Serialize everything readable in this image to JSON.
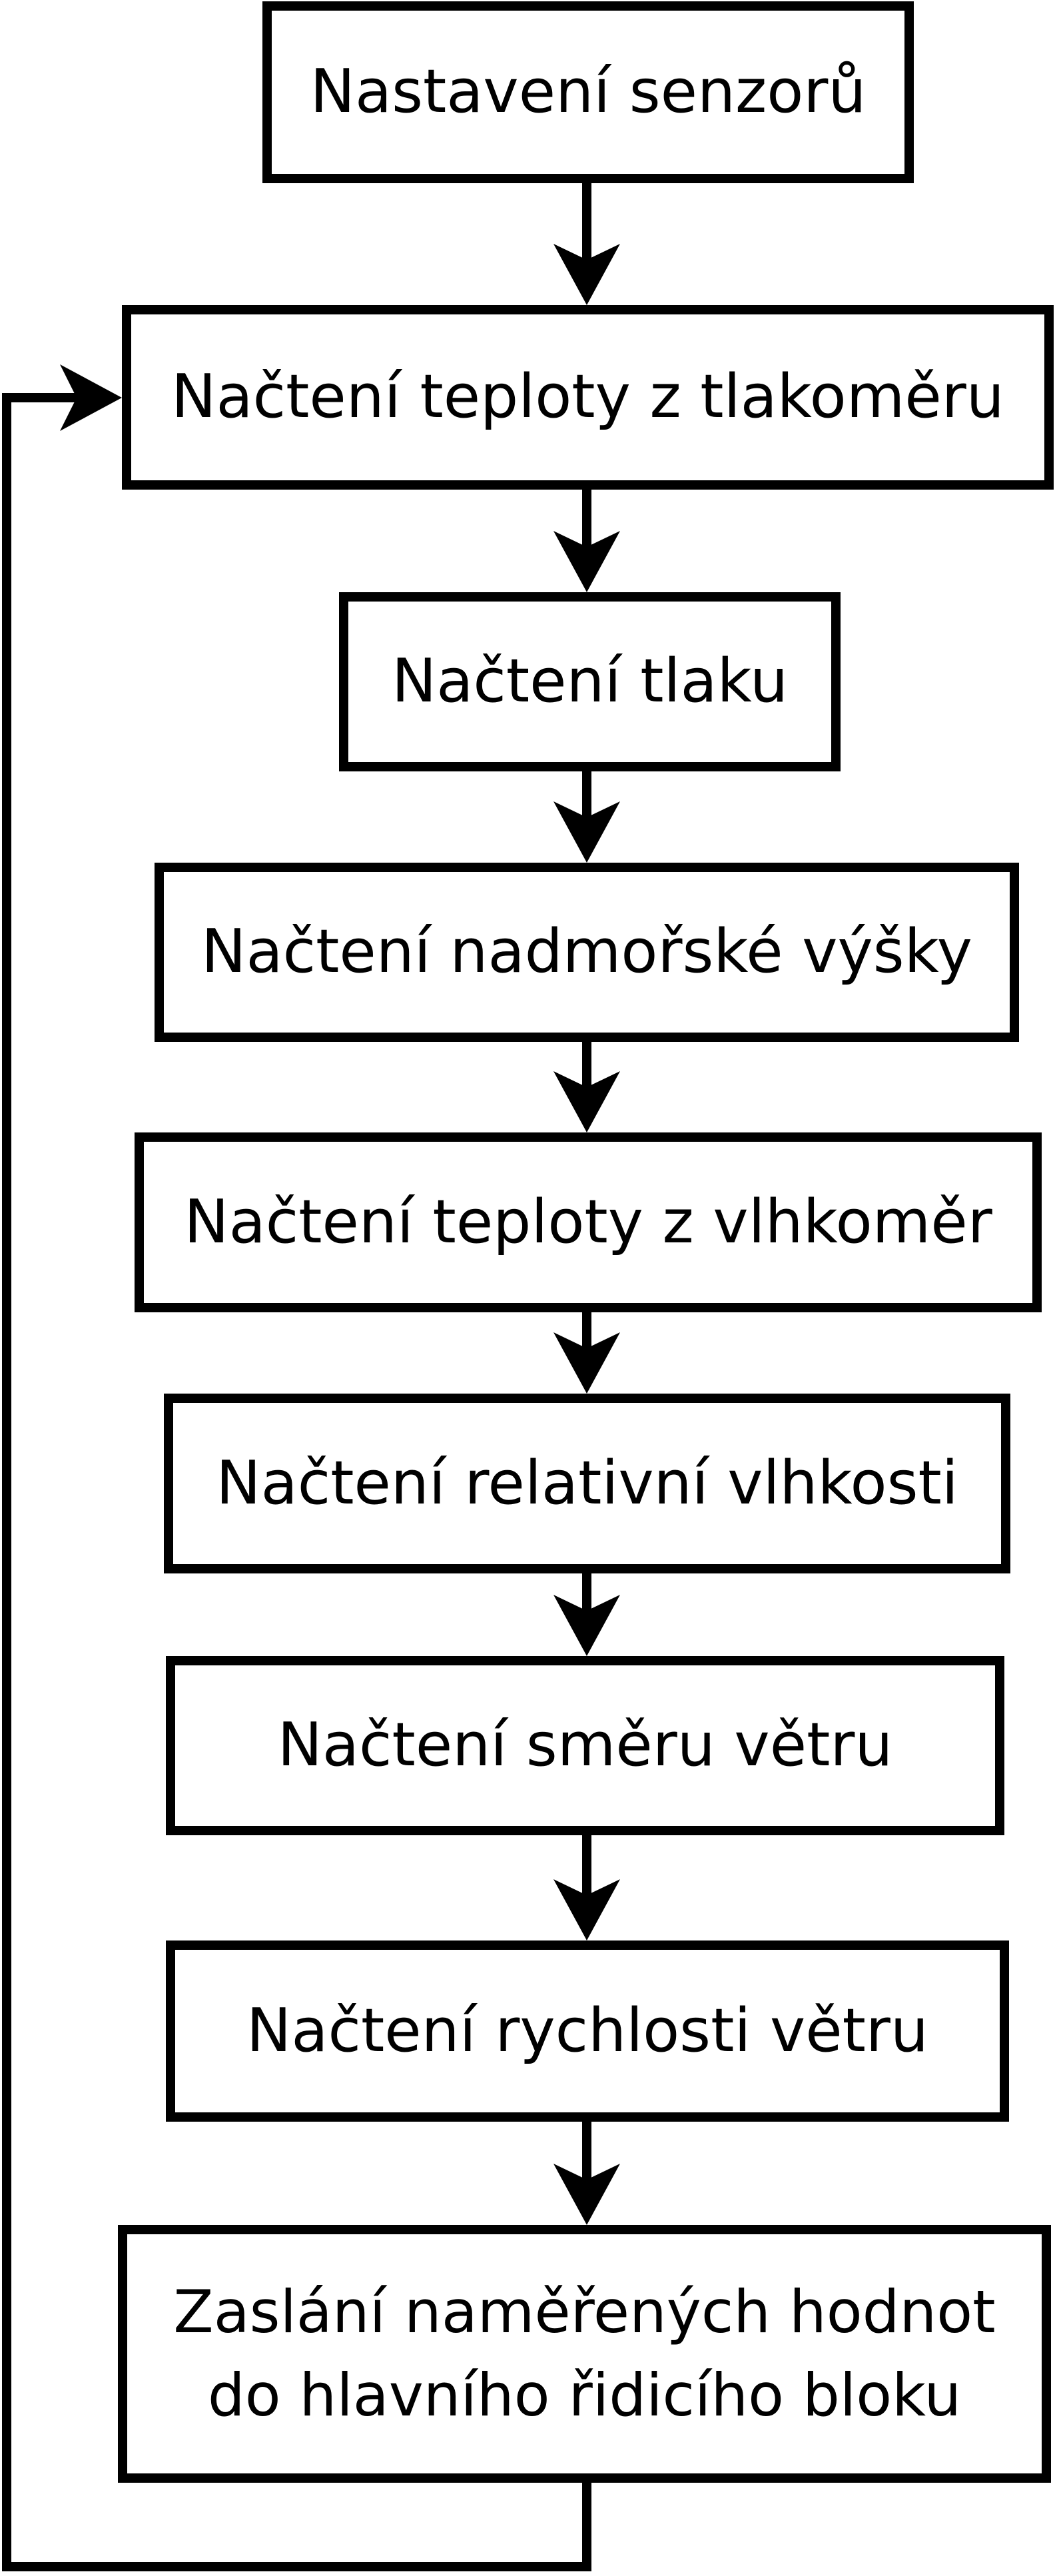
{
  "diagram": {
    "type": "flowchart",
    "colors": {
      "stroke": "#000000",
      "node_fill": "#ffffff",
      "background": "#ffffff"
    },
    "nodes": [
      {
        "id": "n1",
        "label": "Nastavení senzorů"
      },
      {
        "id": "n2",
        "label": "Načtení teploty z tlakoměru"
      },
      {
        "id": "n3",
        "label": "Načtení tlaku"
      },
      {
        "id": "n4",
        "label": "Načtení nadmořské výšky"
      },
      {
        "id": "n5",
        "label": "Načtení teploty z vlhkoměr"
      },
      {
        "id": "n6",
        "label": "Načtení relativní vlhkosti"
      },
      {
        "id": "n7",
        "label": "Načtení směru větru"
      },
      {
        "id": "n8",
        "label": "Načtení rychlosti větru"
      },
      {
        "id": "n9",
        "label": "Zaslání naměřených hodnot do hlavního řidicího bloku",
        "lines": [
          "Zaslání naměřených hodnot",
          "do hlavního řidicího bloku"
        ]
      }
    ],
    "edges": [
      {
        "from": "n1",
        "to": "n2",
        "type": "arrow"
      },
      {
        "from": "n2",
        "to": "n3",
        "type": "arrow"
      },
      {
        "from": "n3",
        "to": "n4",
        "type": "arrow"
      },
      {
        "from": "n4",
        "to": "n5",
        "type": "arrow"
      },
      {
        "from": "n5",
        "to": "n6",
        "type": "arrow"
      },
      {
        "from": "n6",
        "to": "n7",
        "type": "arrow"
      },
      {
        "from": "n7",
        "to": "n8",
        "type": "arrow"
      },
      {
        "from": "n8",
        "to": "n9",
        "type": "arrow"
      },
      {
        "from": "n9",
        "to": "n2",
        "type": "loop-back-arrow"
      }
    ]
  }
}
